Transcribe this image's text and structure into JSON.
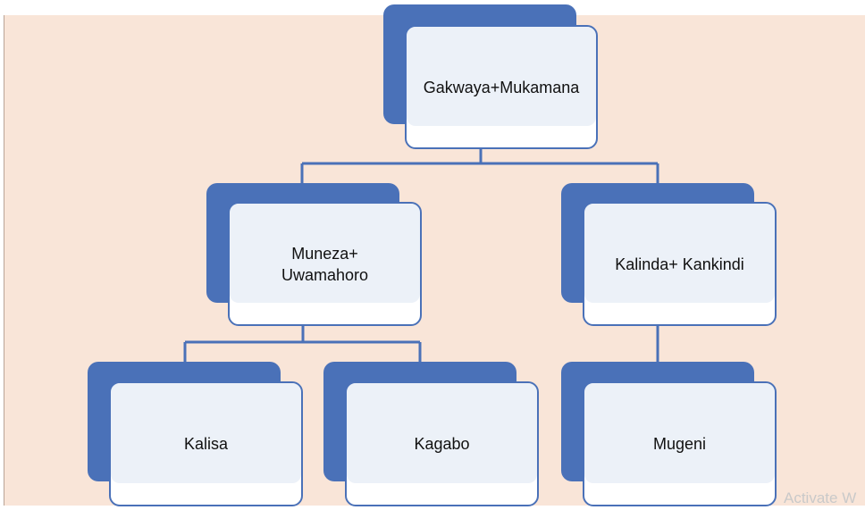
{
  "nodes": {
    "root": "Gakwaya+Mukamana",
    "left": "Muneza+\nUwamahoro",
    "right": "Kalinda+ Kankindi",
    "ll": "Kalisa",
    "lr": "Kagabo",
    "rc": "Mugeni"
  },
  "watermark": "Activate W",
  "colors": {
    "background": "#f9e5d8",
    "box_fill": "#4a71b8",
    "connector": "#4a71b8"
  }
}
